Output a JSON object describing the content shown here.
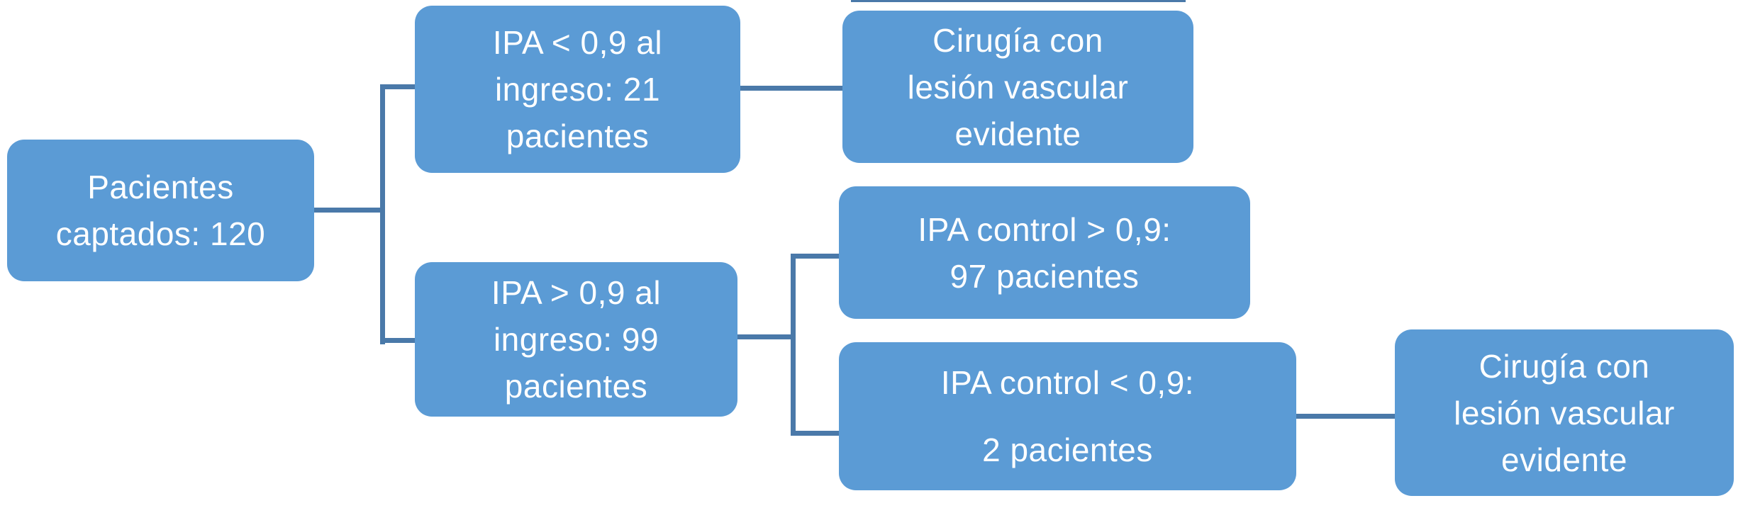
{
  "diagram": {
    "type": "flowchart",
    "colors": {
      "node_fill": "#5b9bd5",
      "connector_color": "#4a79a9",
      "text_color": "#ffffff",
      "background": "#ffffff"
    },
    "nodes": [
      {
        "id": "pacientes-captados",
        "text": "Pacientes\ncaptados: 120"
      },
      {
        "id": "ipa-menor-09-ingreso",
        "text": "IPA < 0,9 al\ningreso: 21\npacientes"
      },
      {
        "id": "cirugia-lesion-vascular-top",
        "text": "Cirugía con\nlesión vascular\nevidente"
      },
      {
        "id": "ipa-mayor-09-ingreso",
        "text": "IPA > 0,9 al\ningreso: 99\npacientes"
      },
      {
        "id": "ipa-control-mayor-09",
        "text": "IPA control > 0,9:\n97 pacientes"
      },
      {
        "id": "ipa-control-menor-09",
        "text": "IPA control < 0,9:\n2 pacientes"
      },
      {
        "id": "cirugia-lesion-vascular-bottom",
        "text": "Cirugía con\nlesión vascular\nevidente"
      }
    ],
    "edges": [
      {
        "from": "pacientes-captados",
        "to": "ipa-menor-09-ingreso"
      },
      {
        "from": "pacientes-captados",
        "to": "ipa-mayor-09-ingreso"
      },
      {
        "from": "ipa-menor-09-ingreso",
        "to": "cirugia-lesion-vascular-top"
      },
      {
        "from": "ipa-mayor-09-ingreso",
        "to": "ipa-control-mayor-09"
      },
      {
        "from": "ipa-mayor-09-ingreso",
        "to": "ipa-control-menor-09"
      },
      {
        "from": "ipa-control-menor-09",
        "to": "cirugia-lesion-vascular-bottom"
      }
    ]
  }
}
